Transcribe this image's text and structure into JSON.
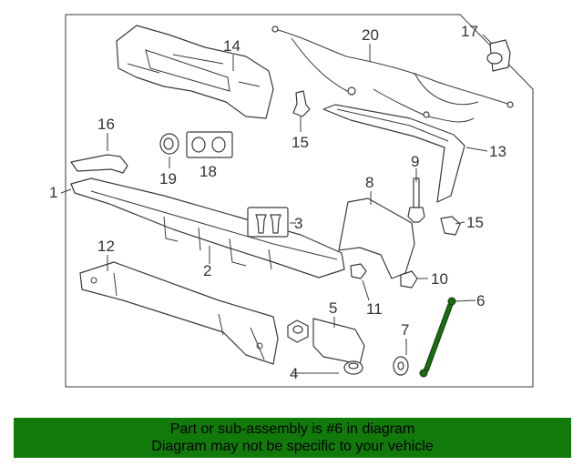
{
  "diagram": {
    "callouts": [
      "1",
      "2",
      "3",
      "4",
      "5",
      "6",
      "7",
      "8",
      "9",
      "10",
      "11",
      "12",
      "13",
      "14",
      "15",
      "15",
      "16",
      "17",
      "18",
      "19",
      "20"
    ]
  },
  "banner": {
    "line1": "Part or sub-assembly is #6 in diagram",
    "line2": "Diagram may not be specific to your vehicle",
    "background": "#117a0b"
  },
  "colors": {
    "highlight_part": "#1a6b14",
    "line": "#3a3a3a"
  }
}
